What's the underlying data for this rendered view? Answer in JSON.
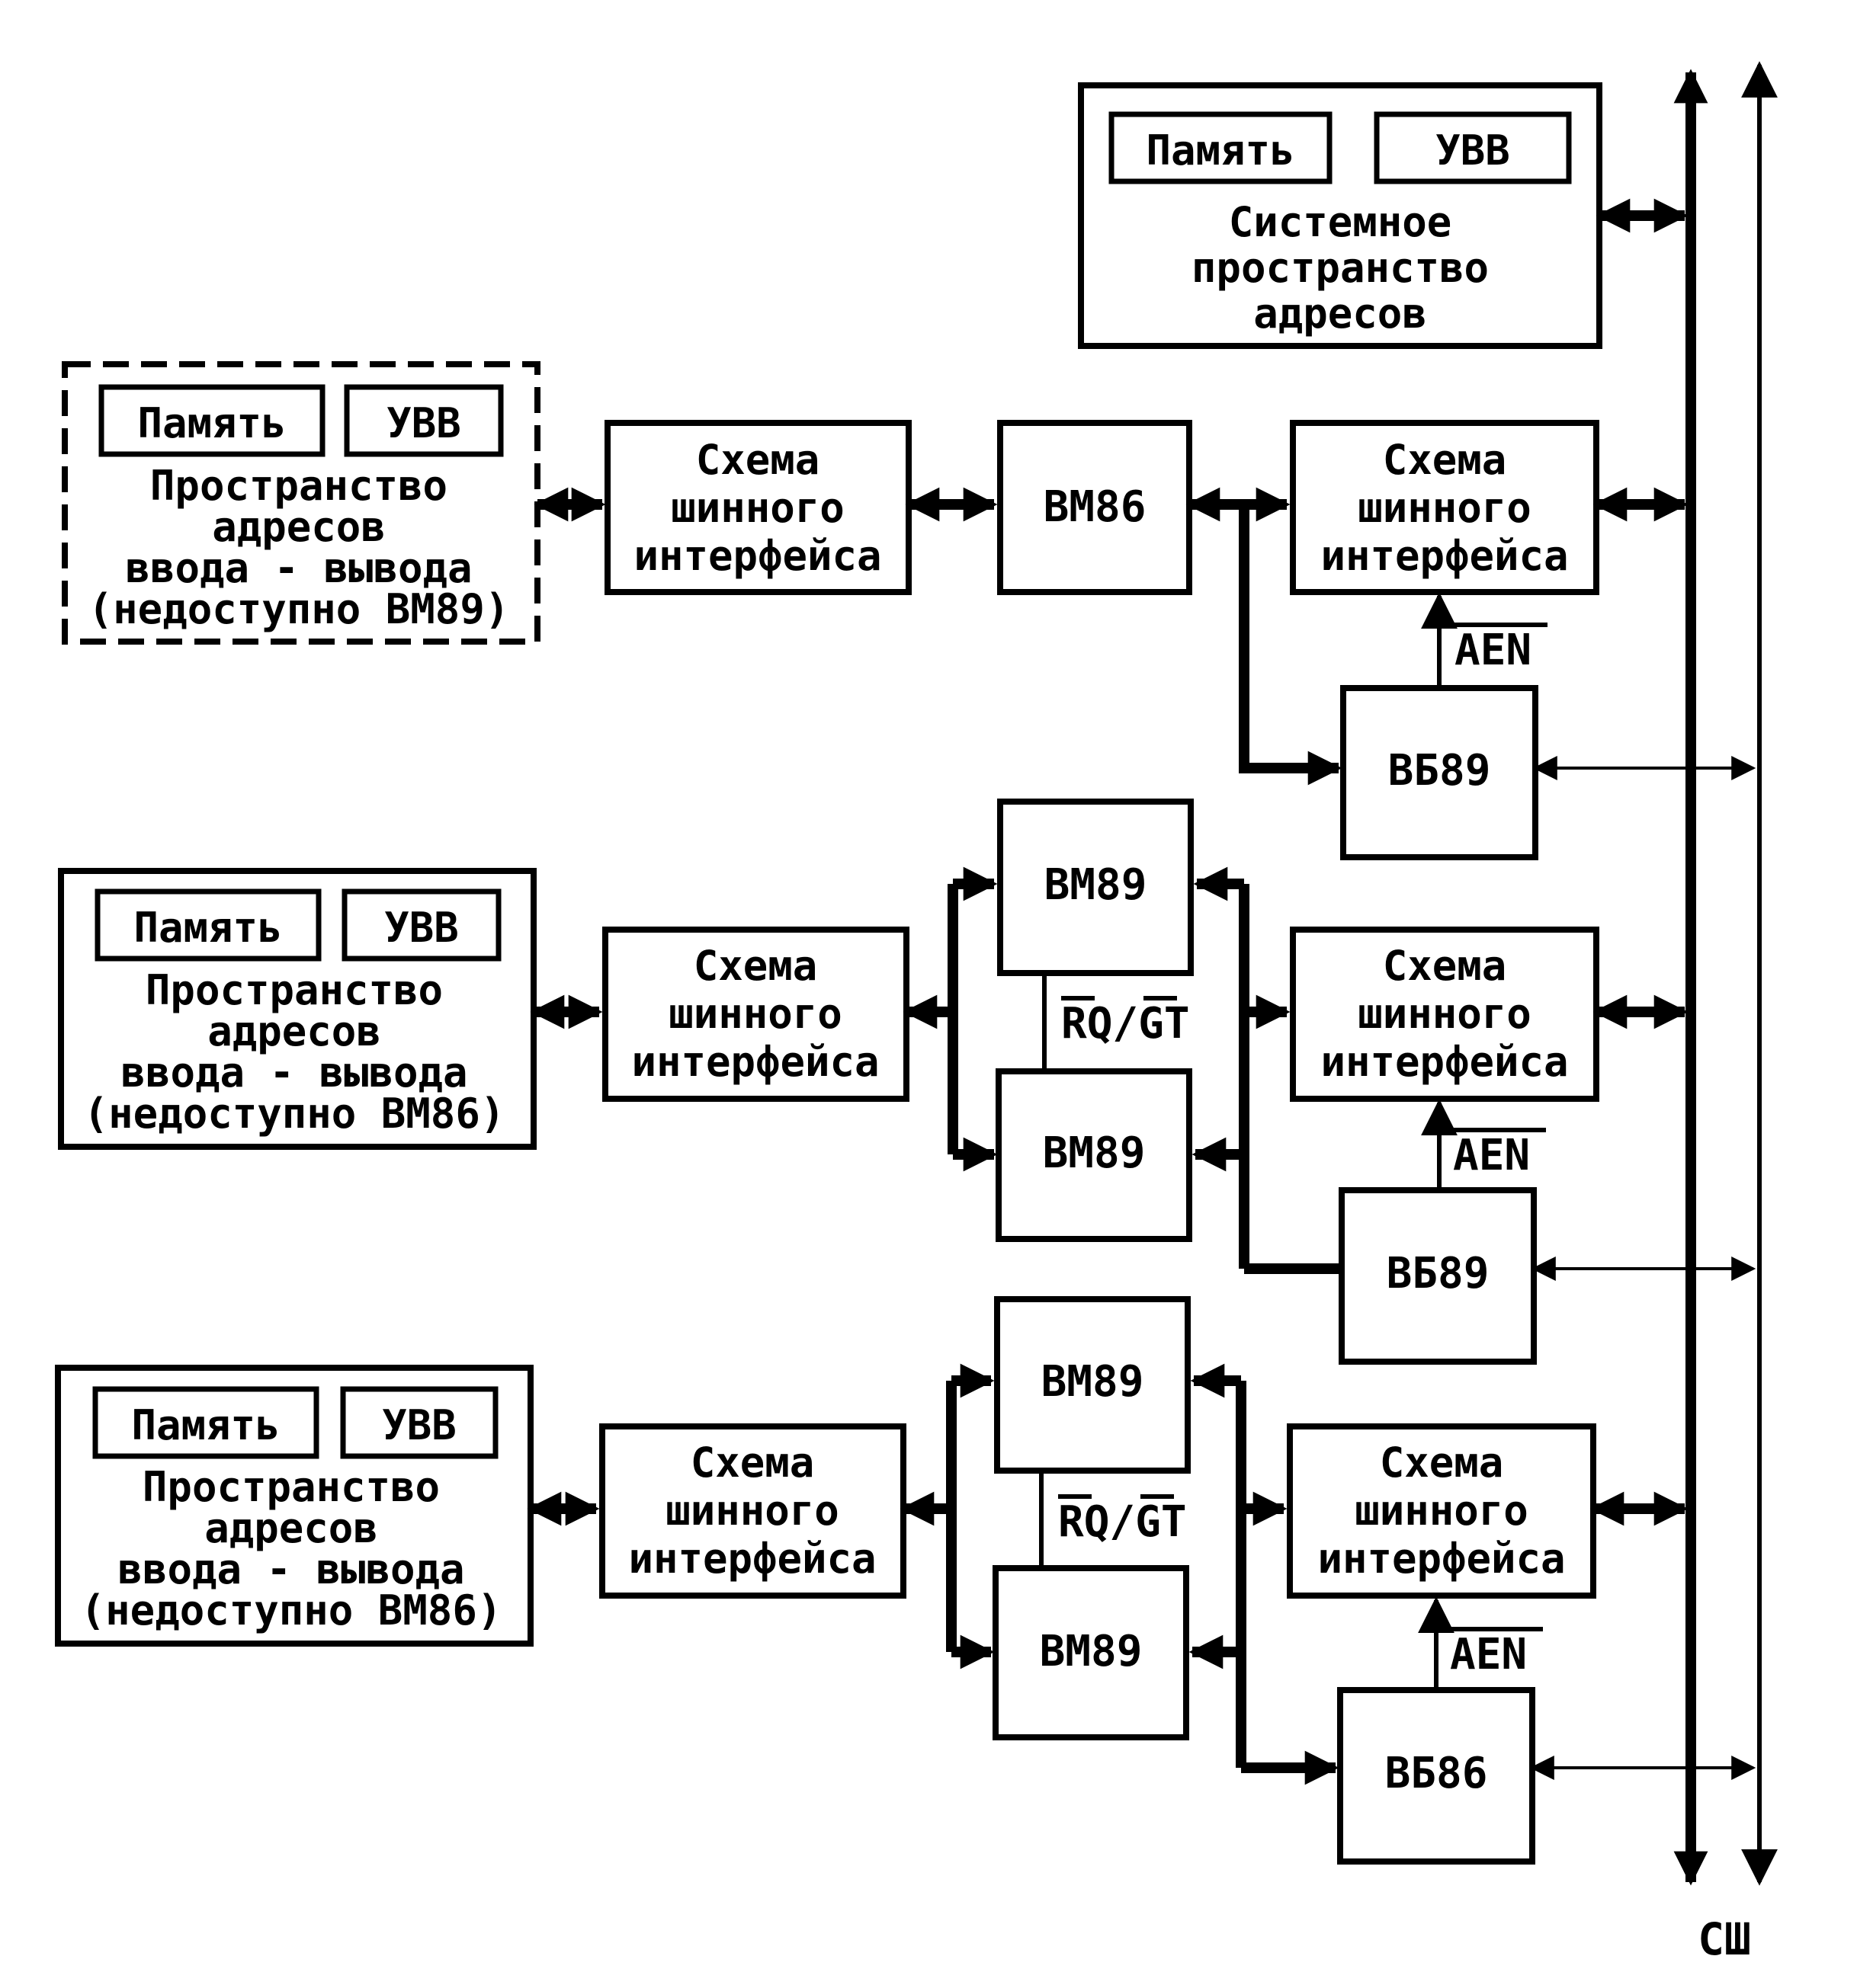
{
  "system": {
    "memory": "Память",
    "io": "УВВ",
    "line1": "Системное",
    "line2": "пространство",
    "line3": "адресов"
  },
  "rows": [
    {
      "local": {
        "memory": "Память",
        "io": "УВВ",
        "line1": "Пространство",
        "line2": "адресов",
        "line3": "ввода - вывода",
        "line4": "(недоступно ВМ89)"
      },
      "left_bus": [
        "Схема",
        "шинного",
        "интерфейса"
      ],
      "processor": "ВМ86",
      "right_bus": [
        "Схема",
        "шинного",
        "интерфейса"
      ],
      "aen": "AEN",
      "arbiter": "ВБ89"
    },
    {
      "local": {
        "memory": "Память",
        "io": "УВВ",
        "line1": "Пространство",
        "line2": "адресов",
        "line3": "ввода - вывода",
        "line4": "(недоступно ВМ86)"
      },
      "left_bus": [
        "Схема",
        "шинного",
        "интерфейса"
      ],
      "proc_top": "ВМ89",
      "proc_bottom": "ВМ89",
      "rqgt": "RQ/GT",
      "right_bus": [
        "Схема",
        "шинного",
        "интерфейса"
      ],
      "aen": "AEN",
      "arbiter": "ВБ89"
    },
    {
      "local": {
        "memory": "Память",
        "io": "УВВ",
        "line1": "Пространство",
        "line2": "адресов",
        "line3": "ввода - вывода",
        "line4": "(недоступно ВМ86)"
      },
      "left_bus": [
        "Схема",
        "шинного",
        "интерфейса"
      ],
      "proc_top": "ВМ89",
      "proc_bottom": "ВМ89",
      "rqgt": "RQ/GT",
      "right_bus": [
        "Схема",
        "шинного",
        "интерфейса"
      ],
      "aen": "AEN",
      "arbiter": "ВБ86"
    }
  ],
  "bus_label": "СШ"
}
